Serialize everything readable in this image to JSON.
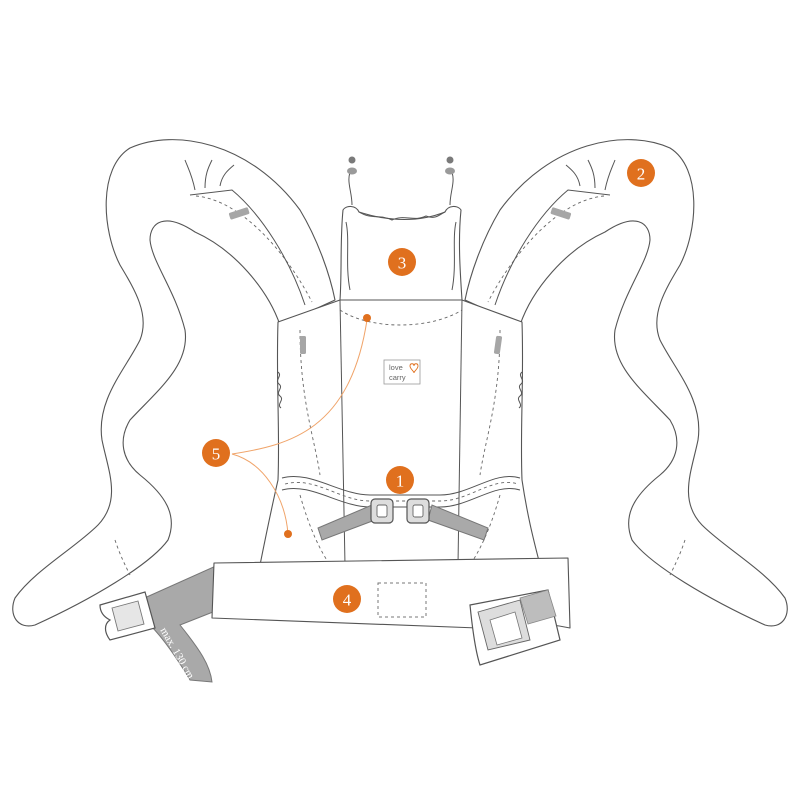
{
  "logo": {
    "line1": "love",
    "line2": "carry"
  },
  "waist_strap": {
    "label": "max. 130 cm"
  },
  "callouts": [
    {
      "number": "1"
    },
    {
      "number": "2"
    },
    {
      "number": "3"
    },
    {
      "number": "4"
    },
    {
      "number": "5"
    }
  ],
  "colors": {
    "accent": "#e0701e",
    "leader": "#f0a46a",
    "outline": "#555555",
    "strap_grey": "#a9a9a9"
  }
}
